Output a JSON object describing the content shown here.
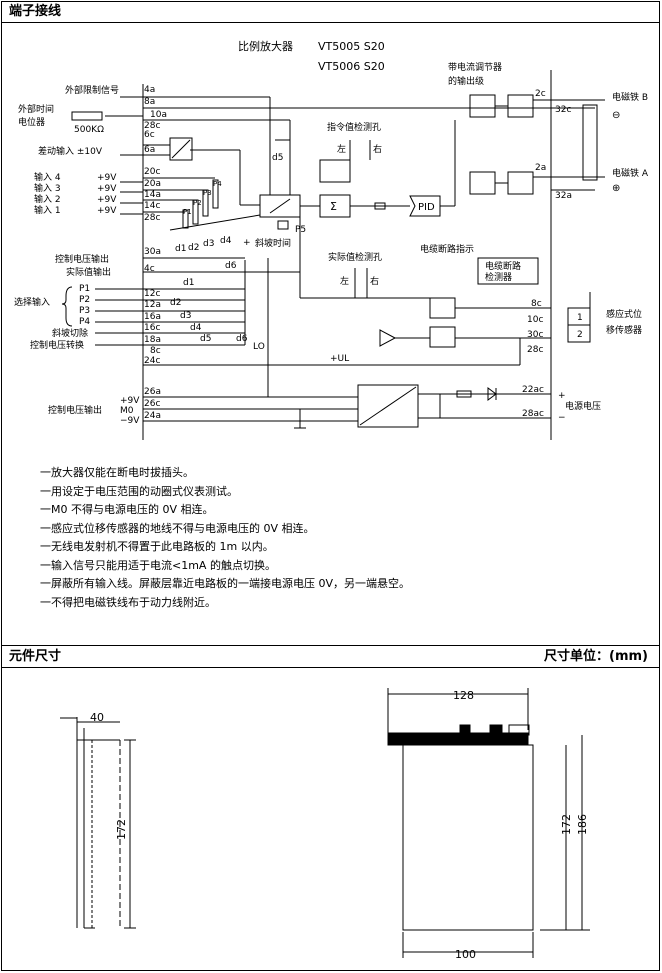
{
  "sections": {
    "wiring_title": "端子接线",
    "dims_title": "元件尺寸",
    "dims_unit": "尺寸单位：(mm)"
  },
  "diagram": {
    "title": "比例放大器",
    "models": [
      "VT5005 S20",
      "VT5006 S20"
    ],
    "left_labels": {
      "ext_limit_signal": "外部限制信号",
      "ext_time_pot_1": "外部时间",
      "ext_time_pot_2": "电位器",
      "pot_value": "500KΩ",
      "diff_input": "差动输入 ±10V",
      "input4": "输入 4",
      "input3": "输入 3",
      "input2": "输入 2",
      "input1": "输入 1",
      "plus9v": "+9V",
      "ctrl_voltage_out": "控制电压输出",
      "actual_value_out": "实际值输出",
      "select_input": "选择输入",
      "p1": "P1",
      "p2": "P2",
      "p3": "P3",
      "p4": "P4",
      "ramp_cut": "斜坡切除",
      "ctrl_voltage_switch": "控制电压转换",
      "ctrl_voltage_out2": "控制电压输出",
      "m0": "M0",
      "minus9v": "−9V"
    },
    "pins_left": [
      "4a",
      "8a",
      "10a",
      "6c",
      "28c",
      "6a",
      "20c",
      "20a",
      "14a",
      "14c",
      "28c",
      "30a",
      "4c",
      "12c",
      "12a",
      "16a",
      "16c",
      "18a",
      "8c",
      "24c",
      "26a",
      "26c",
      "24a"
    ],
    "pins_right": [
      "2c",
      "32c",
      "2a",
      "32a",
      "8c",
      "10c",
      "30c",
      "28c",
      "22ac",
      "28ac"
    ],
    "inner_labels": {
      "cmd_test_hole": "指令值检测孔",
      "left": "左",
      "right": "右",
      "actual_test_hole": "实际值检测孔",
      "ramp_time": "斜坡时间",
      "pid": "PID",
      "current_reg_output_1": "带电流调节器",
      "current_reg_output_2": "的输出级",
      "cable_break_indicator": "电缆断路指示",
      "cable_break_detector_1": "电缆断路",
      "cable_break_detector_2": "检测器",
      "plus_ul": "+UL",
      "lo": "LO",
      "p5": "P5",
      "d1": "d1",
      "d2": "d2",
      "d3": "d3",
      "d4": "d4",
      "d5": "d5",
      "d6": "d6",
      "pos_plus": "+",
      "ramp_plus": "+"
    },
    "right_labels": {
      "solenoid_b": "电磁铁 B",
      "solenoid_a": "电磁铁 A",
      "minus_sym": "⊖",
      "plus_sym": "⊕",
      "inductive_sensor_1": "感应式位",
      "inductive_sensor_2": "移传感器",
      "supply_voltage": "电源电压",
      "plus": "+",
      "minus": "−",
      "sensor_pin1": "1",
      "sensor_pin2": "2"
    }
  },
  "notes": [
    "一放大器仅能在断电时拔插头。",
    "一用设定于电压范围的动圈式仪表测试。",
    "一M0 不得与电源电压的 0V 相连。",
    "一感应式位移传感器的地线不得与电源电压的 0V 相连。",
    "一无线电发射机不得置于此电路板的 1m 以内。",
    "一输入信号只能用适于电流<1mA 的触点切换。",
    "一屏蔽所有输入线。屏蔽层靠近电路板的一端接电源电压 0V，另一端悬空。",
    "一不得把电磁铁线布于动力线附近。"
  ],
  "dimensions": {
    "side_width": "40",
    "side_height": "172",
    "front_width_top": "128",
    "front_height_inner": "172",
    "front_height_outer": "186",
    "front_width_bottom": "100"
  }
}
